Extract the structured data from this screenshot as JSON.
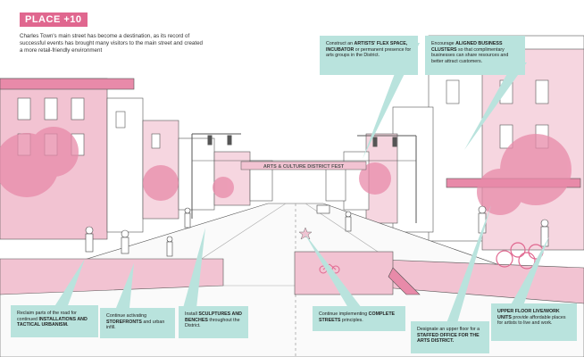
{
  "header": {
    "badge": "PLACE +10",
    "intro": "Charles Town's main street has become a destination, as its record of successful events has brought many visitors to the main street and created a more retail-friendly environment"
  },
  "banner_text": "ARTS & CULTURE DISTRICT FEST",
  "colors": {
    "pink": "#e0678f",
    "teal": "#b9e3dd",
    "line": "#555555"
  },
  "callouts": {
    "flex_space": {
      "pre": "Construct an ",
      "bold": "ARTISTS' FLEX SPACE, INCUBATOR",
      "post": " or permanent presence for arts groups in the District."
    },
    "clusters": {
      "pre": "Encourage ",
      "bold": "ALIGNED BUSINESS CLUSTERS",
      "post": " so that complimentary businesses can share resources and better attract customers."
    },
    "reclaim": {
      "pre": "Reclaim parts of the road for continued ",
      "bold": "INSTALLATIONS AND TACTICAL URBANISM.",
      "post": ""
    },
    "storefronts": {
      "pre": "Continue activating ",
      "bold": "STOREFRONTS",
      "post": " and urban infill."
    },
    "sculptures": {
      "pre": "Install ",
      "bold": "SCULPTURES AND BENCHES",
      "post": " throughout the District."
    },
    "complete": {
      "pre": "Continue implementing ",
      "bold": "COMPLETE STREETS",
      "post": " principles."
    },
    "staffed": {
      "pre": "Designate an upper floor for a ",
      "bold": "STAFFED OFFICE FOR THE ARTS DISTRICT.",
      "post": ""
    },
    "upper_floor": {
      "pre": "",
      "bold": "UPPER FLOOR LIVE/WORK UNITS",
      "post": " provide affordable places for artists to live and work."
    }
  }
}
